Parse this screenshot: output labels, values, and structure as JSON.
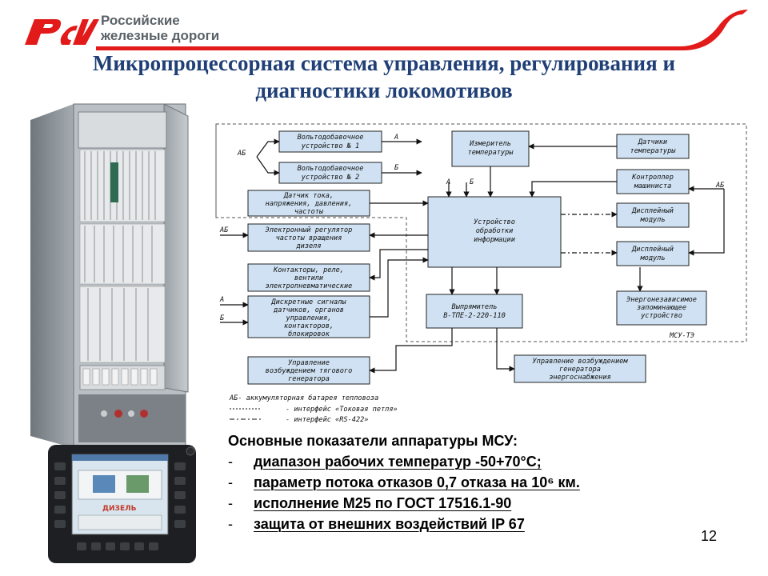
{
  "header": {
    "logo_mark": "РЖД",
    "logo_line1": "Российские",
    "logo_line2": "железные дороги"
  },
  "title_line1": "Микропроцессорная система управления, регулирования и",
  "title_line2": "диагностики локомотивов",
  "colors": {
    "brand_red": "#e21a1a",
    "title_blue": "#1f3f76",
    "block_fill": "#cfe1f2",
    "block_border": "#222222"
  },
  "diagram": {
    "blocks": {
      "vdu1": [
        "Вольтодобавочное",
        "устройство № 1"
      ],
      "vdu2": [
        "Вольтодобавочное",
        "устройство № 2"
      ],
      "sensor_current": [
        "Датчик тока,",
        "напряжения, давления,",
        "частоты"
      ],
      "regulator": [
        "Электронный регулятор",
        "частоты вращения",
        "дизеля"
      ],
      "contactors": [
        "Контакторы, реле,",
        "вентили",
        "электропневматические"
      ],
      "discrete": [
        "Дискретные сигналы",
        "датчиков, органов",
        "управления,",
        "контакторов,",
        "блокировок"
      ],
      "excitation_main": [
        "Управление",
        "возбуждением тягового",
        "генератора"
      ],
      "temp_meter": [
        "Измеритель",
        "температуры"
      ],
      "processor": [
        "Устройство",
        "обработки",
        "информации"
      ],
      "rectifier": [
        "Выпрямитель",
        "В-ТПЕ-2-220-110"
      ],
      "temp_sensors": [
        "Датчики",
        "температуры"
      ],
      "controller": [
        "Контроллер",
        "машиниста"
      ],
      "display1": [
        "Дисплейный",
        "модуль"
      ],
      "display2": [
        "Дисплейный",
        "модуль"
      ],
      "nvram": [
        "Энергонезависимое",
        "запоминающее",
        "устройство"
      ],
      "excitation_aux": [
        "Управление возбуждением",
        "генератора",
        "энергоснабжения"
      ]
    },
    "labels": {
      "ab": "АБ",
      "a": "А",
      "b": "Б",
      "system": "МСУ-ТЭ"
    },
    "legend": {
      "ab_desc": "АБ- аккумуляторная батарея тепловоза",
      "line1_desc": "- интерфейс «Токовая петля»",
      "line2_desc": "- интерфейс «RS-422»"
    }
  },
  "specs": {
    "heading": "Основные показатели аппаратуры МСУ:",
    "items": [
      {
        "dash": "-",
        "text": "диапазон рабочих температур  -50+70°С;"
      },
      {
        "dash": "-",
        "text": "параметр потока отказов  0,7 отказа на 10⁶ км."
      },
      {
        "dash": "-",
        "text": "исполнение  М25 по ГОСТ 17516.1-90"
      },
      {
        "dash": "-",
        "text": "защита от внешних воздействий IP 67"
      }
    ]
  },
  "tablet_screen": {
    "label_diesel": "ДИЗЕЛЬ"
  },
  "page_number": "12"
}
